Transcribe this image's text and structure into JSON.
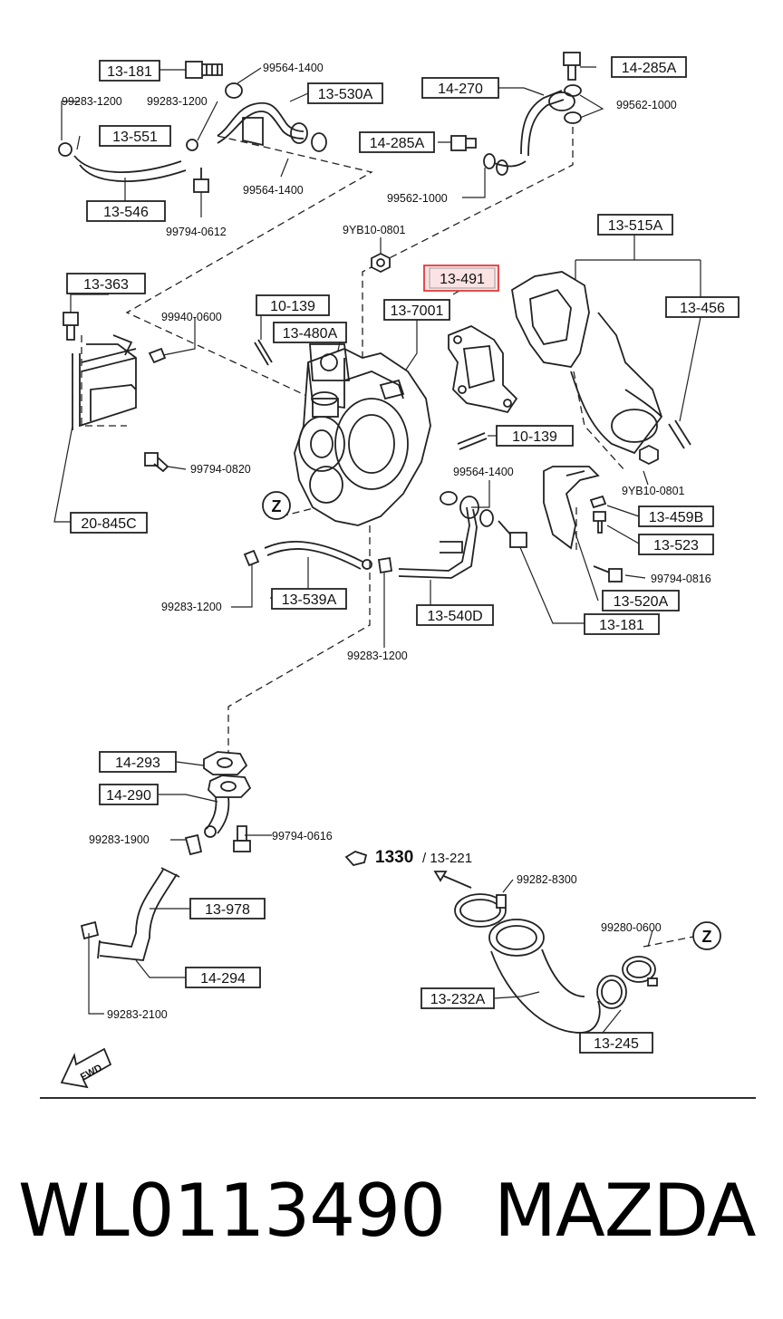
{
  "labels": {
    "l13_181a": "13-181",
    "l13_530a": "13-530A",
    "l13_551": "13-551",
    "l13_546": "13-546",
    "l14_285a_top": "14-285A",
    "l14_270": "14-270",
    "l14_285a_mid": "14-285A",
    "l13_515a": "13-515A",
    "l13_491": "13-491",
    "l13_456": "13-456",
    "l13_363": "13-363",
    "l10_139a": "10-139",
    "l13_480a": "13-480A",
    "l13_7001": "13-7001",
    "l10_139b": "10-139",
    "l13_459b": "13-459B",
    "l13_523": "13-523",
    "l13_520a": "13-520A",
    "l13_181b": "13-181",
    "l20_845c": "20-845C",
    "l13_539a": "13-539A",
    "l13_540d": "13-540D",
    "l14_293": "14-293",
    "l14_290": "14-290",
    "l13_978": "13-978",
    "l14_294": "14-294",
    "l13_232a": "13-232A",
    "l13_245": "13-245"
  },
  "part_numbers": {
    "p99564_1400a": "99564-1400",
    "p99283_1200a": "99283-1200",
    "p99283_1200b": "99283-1200",
    "p99564_1400b": "99564-1400",
    "p99794_0612": "99794-0612",
    "p99562_1000a": "99562-1000",
    "p99562_1000b": "99562-1000",
    "p9yb10_0801a": "9YB10-0801",
    "p99940_0600": "99940-0600",
    "p99794_0820": "99794-0820",
    "p99564_1400c": "99564-1400",
    "p9yb10_0801b": "9YB10-0801",
    "p99794_0816": "99794-0816",
    "p99283_1200c": "99283-1200",
    "p99283_1200d": "99283-1200",
    "p99283_1900": "99283-1900",
    "p99794_0616": "99794-0616",
    "p99282_8300": "99282-8300",
    "p99280_0600": "99280-0600",
    "p99283_2100": "99283-2100"
  },
  "ref": {
    "section_bold": "1330",
    "section_rest": "/ 13-221",
    "z_marker": "Z",
    "fwd": "FWD"
  },
  "footer": {
    "part_number": "WL0113490",
    "brand": "MAZDA"
  },
  "colors": {
    "highlight": "#e23a3a",
    "ink": "#111111"
  }
}
